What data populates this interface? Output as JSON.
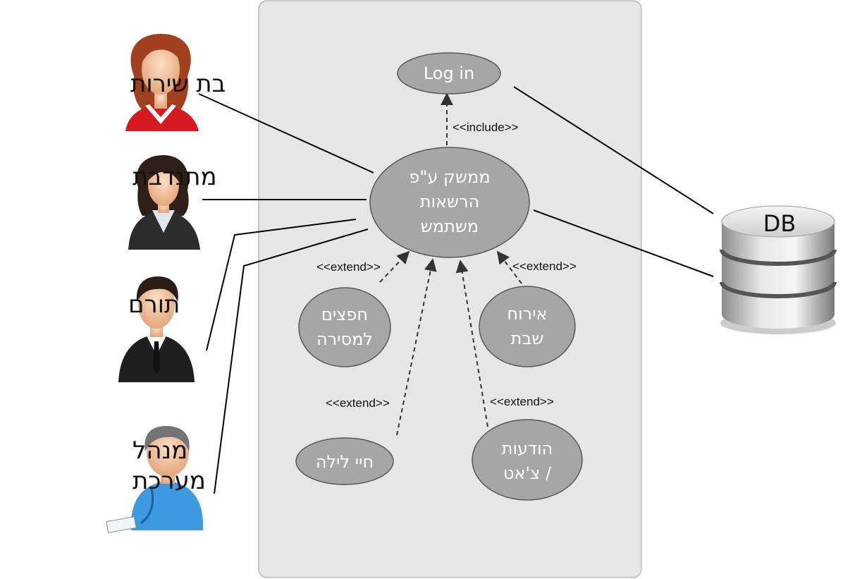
{
  "actors": [
    {
      "id": "service-girl",
      "lines": [
        "בת שירות"
      ]
    },
    {
      "id": "volunteer",
      "lines": [
        "מתנדבת"
      ]
    },
    {
      "id": "donor",
      "lines": [
        "תורם"
      ]
    },
    {
      "id": "admin",
      "lines": [
        "מנהל",
        "מערכת"
      ]
    }
  ],
  "use_cases": {
    "login": [
      "Log in"
    ],
    "main": [
      "ממשק ע\"פ",
      "הרשאות",
      "משתמש"
    ],
    "items": [
      "חפצים",
      "למסירה"
    ],
    "shabbat": [
      "אירוח",
      "שבת"
    ],
    "nightlife": [
      "חיי לילה"
    ],
    "messages": [
      "הודעות",
      "/ צ'אט"
    ]
  },
  "stereotypes": {
    "include": "<<include>>",
    "extend": "<<extend>>"
  },
  "database": {
    "label": "DB"
  },
  "colors": {
    "system_box": "#e6e6e6",
    "use_case_fill": "#a6a6a6",
    "use_case_stroke": "#595959"
  }
}
